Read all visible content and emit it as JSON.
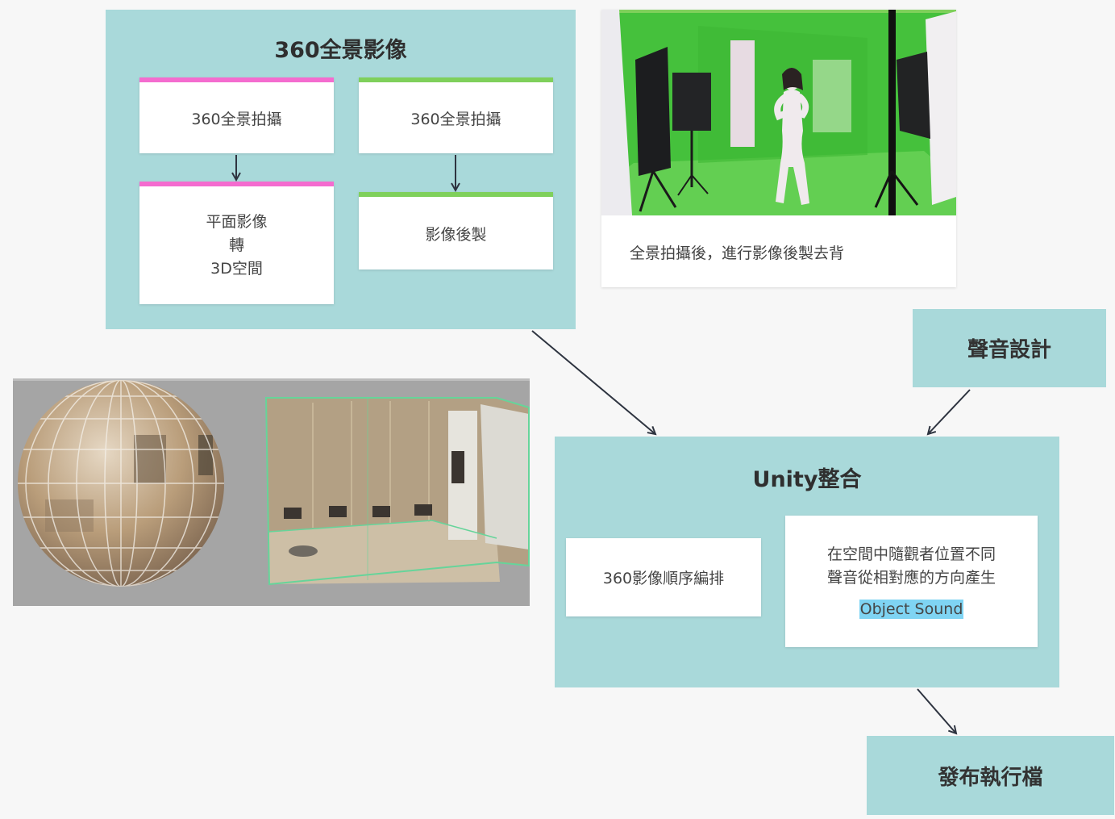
{
  "colors": {
    "background": "#f7f7f7",
    "teal": "#a9d9da",
    "pink": "#f46ccf",
    "green": "#7fd05b",
    "highlight": "#7fd4f3",
    "arrow": "#2e3440"
  },
  "panorama": {
    "title": "360全景影像",
    "left_top": "360全景拍攝",
    "right_top": "360全景拍攝",
    "left_bottom": [
      "平面影像",
      "轉",
      "3D空間"
    ],
    "right_bottom": "影像後製"
  },
  "photo_card": {
    "caption": "全景拍攝後，進行影像後製去背"
  },
  "sound_design": {
    "label": "聲音設計"
  },
  "unity": {
    "title": "Unity整合",
    "sequence_card": "360影像順序編排",
    "sound_card": {
      "lines": [
        "在空間中隨觀者位置不同",
        "聲音從相對應的方向產生"
      ],
      "highlight": "Object Sound"
    }
  },
  "publish": {
    "label": "發布執行檔"
  }
}
